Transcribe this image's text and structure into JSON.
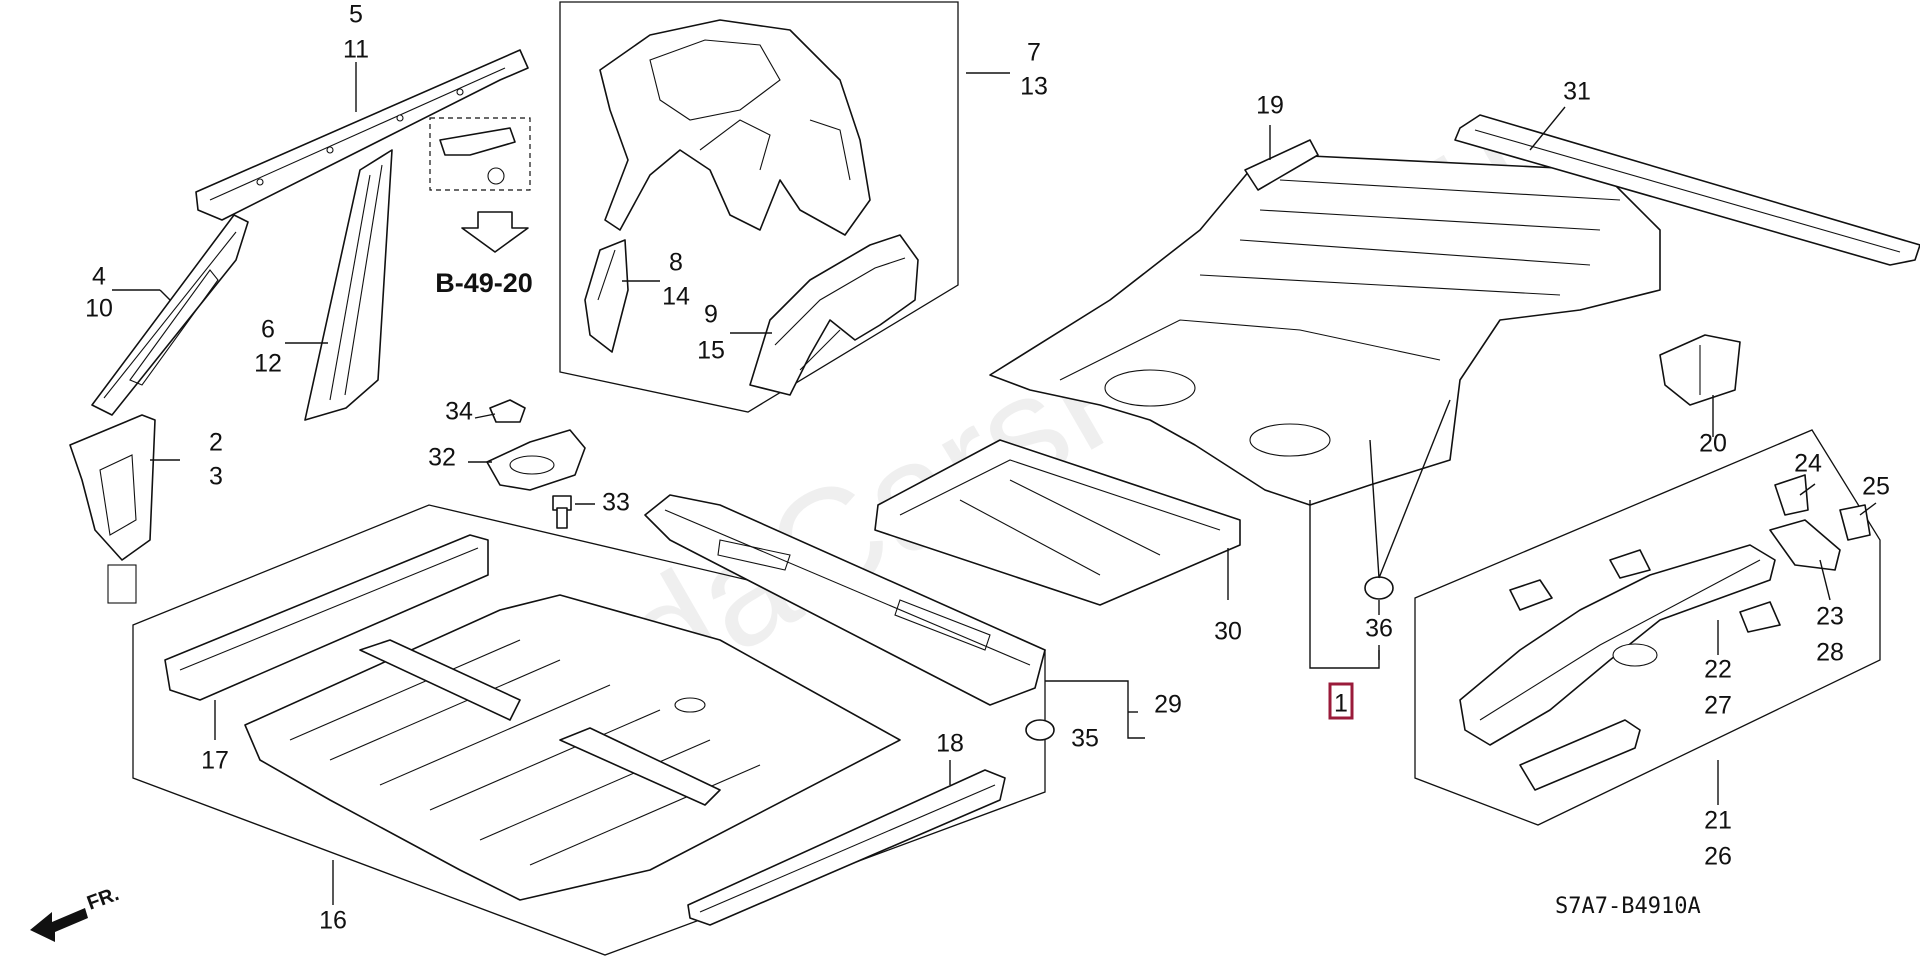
{
  "diagram": {
    "watermark": "HondaCarsParts.ru",
    "ref_label": "B-49-20",
    "front_label": "FR.",
    "diagram_code": "S7A7-B4910A",
    "highlighted_part": "1",
    "callouts": [
      {
        "id": "c5",
        "text": "5"
      },
      {
        "id": "c11",
        "text": "11"
      },
      {
        "id": "c4",
        "text": "4"
      },
      {
        "id": "c10",
        "text": "10"
      },
      {
        "id": "c6",
        "text": "6"
      },
      {
        "id": "c12",
        "text": "12"
      },
      {
        "id": "c2",
        "text": "2"
      },
      {
        "id": "c3",
        "text": "3"
      },
      {
        "id": "c7",
        "text": "7"
      },
      {
        "id": "c13",
        "text": "13"
      },
      {
        "id": "c8",
        "text": "8"
      },
      {
        "id": "c14",
        "text": "14"
      },
      {
        "id": "c9",
        "text": "9"
      },
      {
        "id": "c15",
        "text": "15"
      },
      {
        "id": "c34",
        "text": "34"
      },
      {
        "id": "c32",
        "text": "32"
      },
      {
        "id": "c33",
        "text": "33"
      },
      {
        "id": "c19",
        "text": "19"
      },
      {
        "id": "c31",
        "text": "31"
      },
      {
        "id": "c20",
        "text": "20"
      },
      {
        "id": "c36",
        "text": "36"
      },
      {
        "id": "c1",
        "text": "1"
      },
      {
        "id": "c30",
        "text": "30"
      },
      {
        "id": "c29",
        "text": "29"
      },
      {
        "id": "c35",
        "text": "35"
      },
      {
        "id": "c17",
        "text": "17"
      },
      {
        "id": "c16",
        "text": "16"
      },
      {
        "id": "c18",
        "text": "18"
      },
      {
        "id": "c24",
        "text": "24"
      },
      {
        "id": "c25",
        "text": "25"
      },
      {
        "id": "c23",
        "text": "23"
      },
      {
        "id": "c28",
        "text": "28"
      },
      {
        "id": "c22",
        "text": "22"
      },
      {
        "id": "c27",
        "text": "27"
      },
      {
        "id": "c21",
        "text": "21"
      },
      {
        "id": "c26",
        "text": "26"
      }
    ]
  }
}
